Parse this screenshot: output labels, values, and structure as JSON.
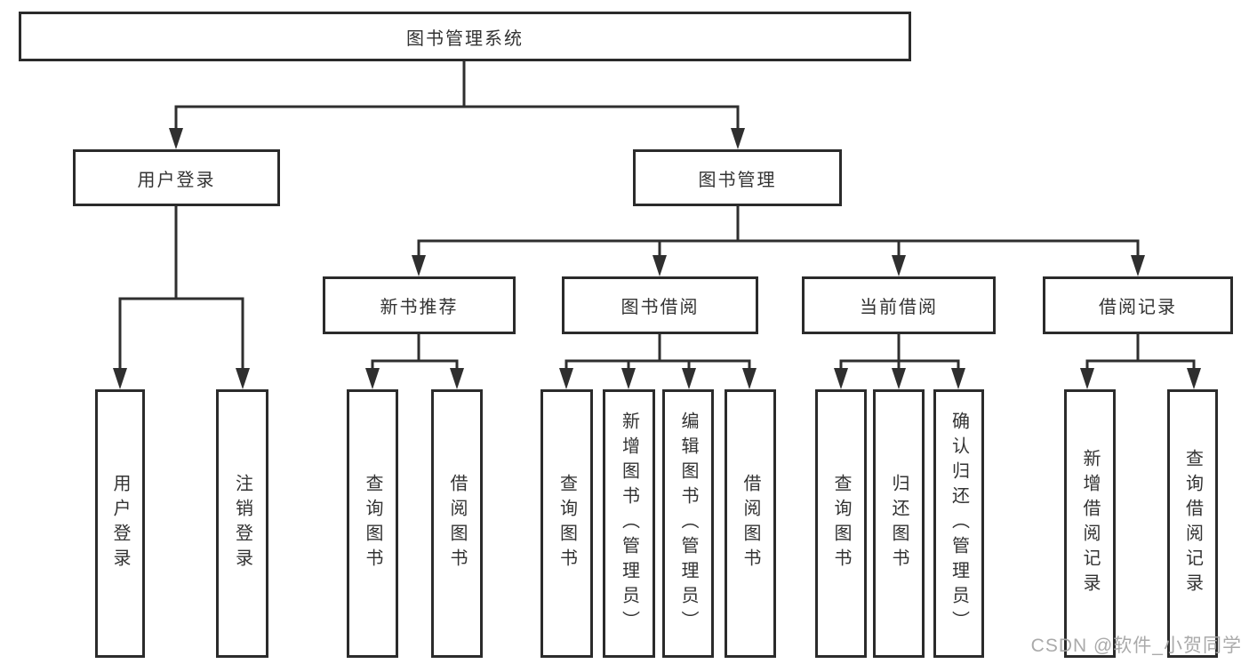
{
  "colors": {
    "line": "#2f2f2f",
    "box_border": "#2b2b2b",
    "text": "#333333",
    "watermark": "#a8a8a8",
    "background": "#ffffff"
  },
  "watermark": {
    "text": "CSDN @软件_小贺同学"
  },
  "tree": {
    "label": "图书管理系统",
    "children": [
      {
        "label": "用户登录",
        "children": [
          {
            "label": "用户登录"
          },
          {
            "label": "注销登录"
          }
        ]
      },
      {
        "label": "图书管理",
        "children": [
          {
            "label": "新书推荐",
            "children": [
              {
                "label": "查询图书"
              },
              {
                "label": "借阅图书"
              }
            ]
          },
          {
            "label": "图书借阅",
            "children": [
              {
                "label": "查询图书"
              },
              {
                "label": "新增图书（管理员）"
              },
              {
                "label": "编辑图书（管理员）"
              },
              {
                "label": "借阅图书"
              }
            ]
          },
          {
            "label": "当前借阅",
            "children": [
              {
                "label": "查询图书"
              },
              {
                "label": "归还图书"
              },
              {
                "label": "确认归还（管理员）"
              }
            ]
          },
          {
            "label": "借阅记录",
            "children": [
              {
                "label": "新增借阅记录"
              },
              {
                "label": "查询借阅记录"
              }
            ]
          }
        ]
      }
    ]
  }
}
